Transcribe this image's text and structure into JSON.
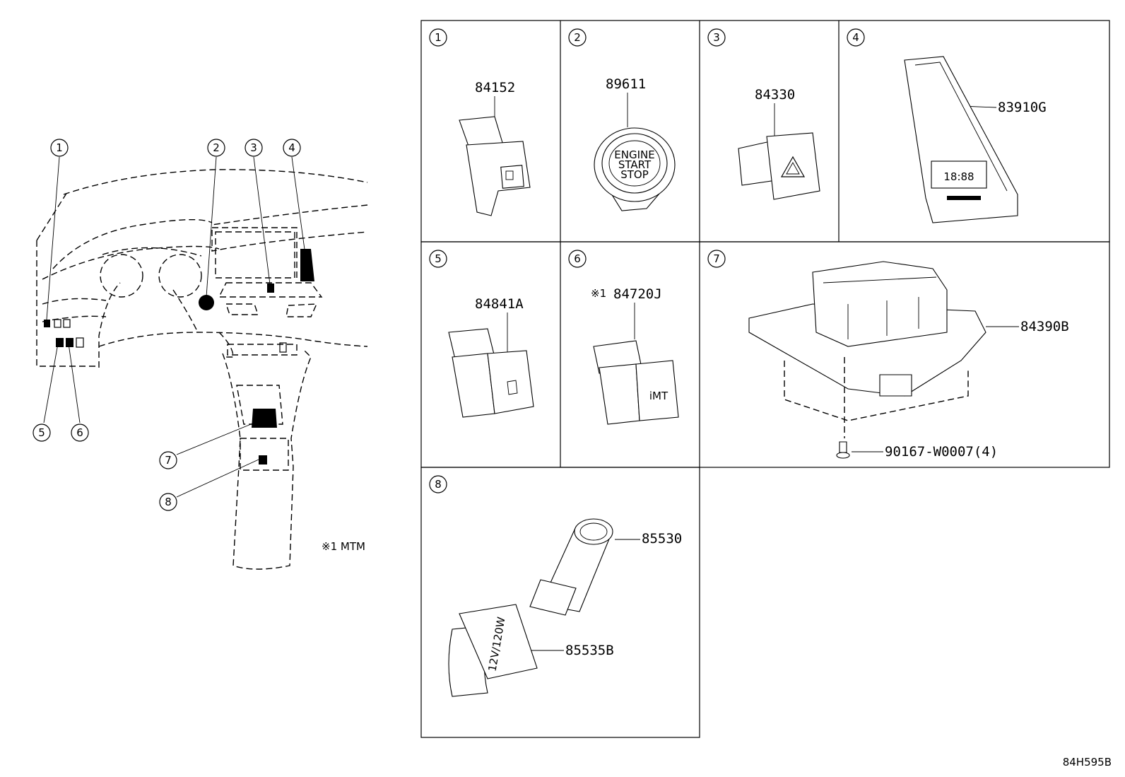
{
  "diagram_code": "84H595B",
  "note": "※1 MTM",
  "overview_callouts": [
    "1",
    "2",
    "3",
    "4",
    "5",
    "6",
    "7",
    "8"
  ],
  "cells": [
    {
      "index": "1",
      "parts": [
        {
          "number": "84152"
        }
      ]
    },
    {
      "index": "2",
      "parts": [
        {
          "number": "89611"
        }
      ],
      "button_text": [
        "ENGINE",
        "START",
        "STOP"
      ]
    },
    {
      "index": "3",
      "parts": [
        {
          "number": "84330"
        }
      ]
    },
    {
      "index": "4",
      "parts": [
        {
          "number": "83910G"
        }
      ],
      "clock_text": "18:88"
    },
    {
      "index": "5",
      "parts": [
        {
          "number": "84841A"
        }
      ]
    },
    {
      "index": "6",
      "parts": [
        {
          "number": "84720J",
          "note": "※1"
        }
      ],
      "switch_text": "iMT"
    },
    {
      "index": "7",
      "parts": [
        {
          "number": "84390B"
        },
        {
          "number": "90167-W0007(4)"
        }
      ]
    },
    {
      "index": "8",
      "parts": [
        {
          "number": "85530"
        },
        {
          "number": "85535B"
        }
      ],
      "socket_text": "12V/120W"
    }
  ]
}
